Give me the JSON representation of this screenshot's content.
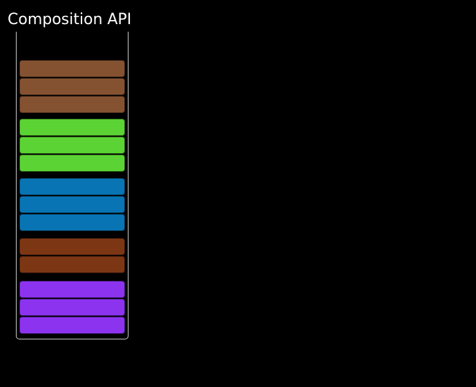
{
  "title": "Composition API",
  "palette": {
    "background": "#000000",
    "title_text": "#ffffff",
    "container_border": "#cfcfcf",
    "bar_border": "rgba(0,0,0,0.6)"
  },
  "stack": {
    "groups": [
      {
        "name": "sienna-group",
        "color": "#855231",
        "count": 3
      },
      {
        "name": "green-group",
        "color": "#5CD334",
        "count": 3
      },
      {
        "name": "blue-group",
        "color": "#0874B4",
        "count": 3
      },
      {
        "name": "rust-group",
        "color": "#7D3614",
        "count": 2
      },
      {
        "name": "purple-group",
        "color": "#8C33F0",
        "count": 3
      }
    ]
  }
}
